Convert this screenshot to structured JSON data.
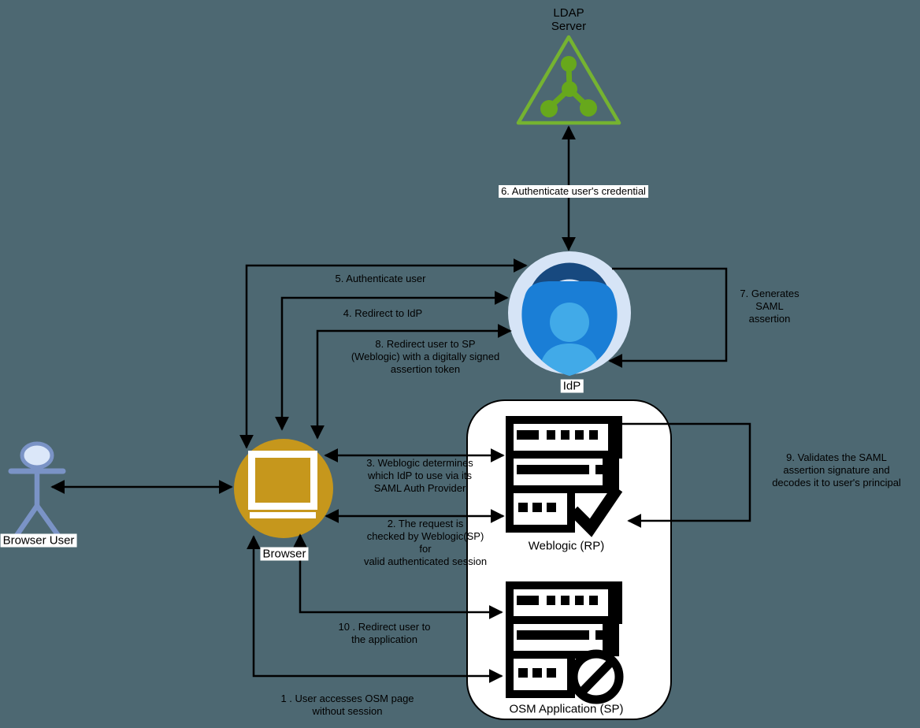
{
  "diagram_title": "SAML SSO authentication flow (OSM / Weblogic / IdP / LDAP)",
  "colors": {
    "background": "#4d6872",
    "ldap_outline": "#75b331",
    "ldap_molecule": "#67a81c",
    "browser_gold": "#c6971c",
    "actor_blue": "#7a93c6",
    "actor_head": "#dbe7f9",
    "idp_halo": "#d6e4f6",
    "idp_shackle": "#17497f",
    "idp_body": "#1a7ed6",
    "idp_person": "#41aae8"
  },
  "nodes": {
    "ldap_server": {
      "label": "LDAP\nServer"
    },
    "idp": {
      "label": "IdP"
    },
    "browser": {
      "label": "Browser"
    },
    "browser_user": {
      "label": "Browser User"
    },
    "weblogic": {
      "label": "Weblogic (RP)"
    },
    "osm_application": {
      "label": "OSM Application (SP)"
    }
  },
  "flow_labels": {
    "step1": "1 . User accesses OSM page\nwithout session",
    "step2": "2. The request is\nchecked by Weblogic(SP)\nfor\nvalid authenticated session",
    "step3": "3. Weblogic determines\nwhich IdP to use via its\nSAML Auth Provider",
    "step4": "4. Redirect to IdP",
    "step5": "5. Authenticate user",
    "step6": "6. Authenticate user's credential",
    "step7": "7. Generates\nSAML\nassertion",
    "step8": "8. Redirect user to SP\n(Weblogic) with a digitally signed\nassertion token",
    "step9": "9. Validates the SAML\nassertion signature  and\ndecodes it to user's principal",
    "step10": "10 . Redirect user to\nthe application"
  }
}
